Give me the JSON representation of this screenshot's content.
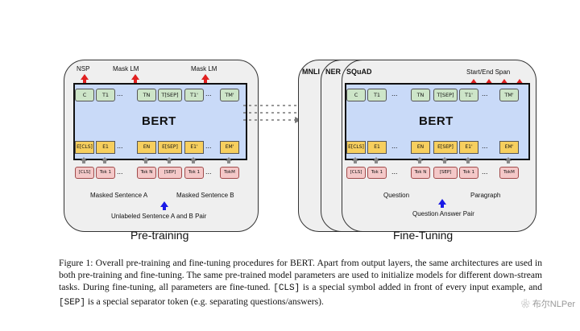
{
  "pretraining": {
    "heads": {
      "nsp": "NSP",
      "mask_lm_1": "Mask LM",
      "mask_lm_2": "Mask LM"
    },
    "model_label": "BERT",
    "top_tokens": [
      "C",
      "T1",
      "...",
      "TN",
      "T[SEP]",
      "T1'",
      "...",
      "TM'"
    ],
    "embed_tokens": [
      "E[CLS]",
      "E1",
      "...",
      "EN",
      "E[SEP]",
      "E1'",
      "...",
      "EM'"
    ],
    "input_tokens": [
      "[CLS]",
      "Tok 1",
      "...",
      "Tok N",
      "[SEP]",
      "Tok 1",
      "...",
      "TokM"
    ],
    "sentence_a": "Masked Sentence A",
    "sentence_b": "Masked Sentence B",
    "pair_label": "Unlabeled Sentence A and B Pair",
    "title": "Pre-training"
  },
  "finetuning": {
    "tabs": [
      "MNLI",
      "NER",
      "SQuAD"
    ],
    "head": "Start/End Span",
    "model_label": "BERT",
    "top_tokens": [
      "C",
      "T1",
      "...",
      "TN",
      "T[SEP]",
      "T1'",
      "...",
      "TM'"
    ],
    "embed_tokens": [
      "E[CLS]",
      "E1",
      "...",
      "EN",
      "E[SEP]",
      "E1'",
      "...",
      "EM'"
    ],
    "input_tokens": [
      "[CLS]",
      "Tok 1",
      "...",
      "Tok N",
      "[SEP]",
      "Tok 1",
      "...",
      "TokM"
    ],
    "question": "Question",
    "paragraph": "Paragraph",
    "pair_label": "Question Answer Pair",
    "title": "Fine-Tuning"
  },
  "caption": {
    "p1": "Figure 1: Overall pre-training and fine-tuning procedures for BERT. Apart from output layers, the same architectures are used in both pre-training and fine-tuning. The same pre-trained model parameters are used to initialize models for different down-stream tasks. During fine-tuning, all parameters are fine-tuned. ",
    "cls": "[CLS]",
    "p2": " is a special symbol added in front of every input example, and ",
    "sep": "[SEP]",
    "p3": " is a special separator token (e.g. separating questions/answers)."
  },
  "watermark": "布尔NLPer",
  "colors": {
    "bert_fill": "#c9daf8",
    "token_green": "#cde5c8",
    "embed_yellow": "#f7cf5e",
    "input_pink": "#f4c8c8",
    "arrow_red": "#e02020",
    "arrow_blue": "#1a1ae6"
  }
}
